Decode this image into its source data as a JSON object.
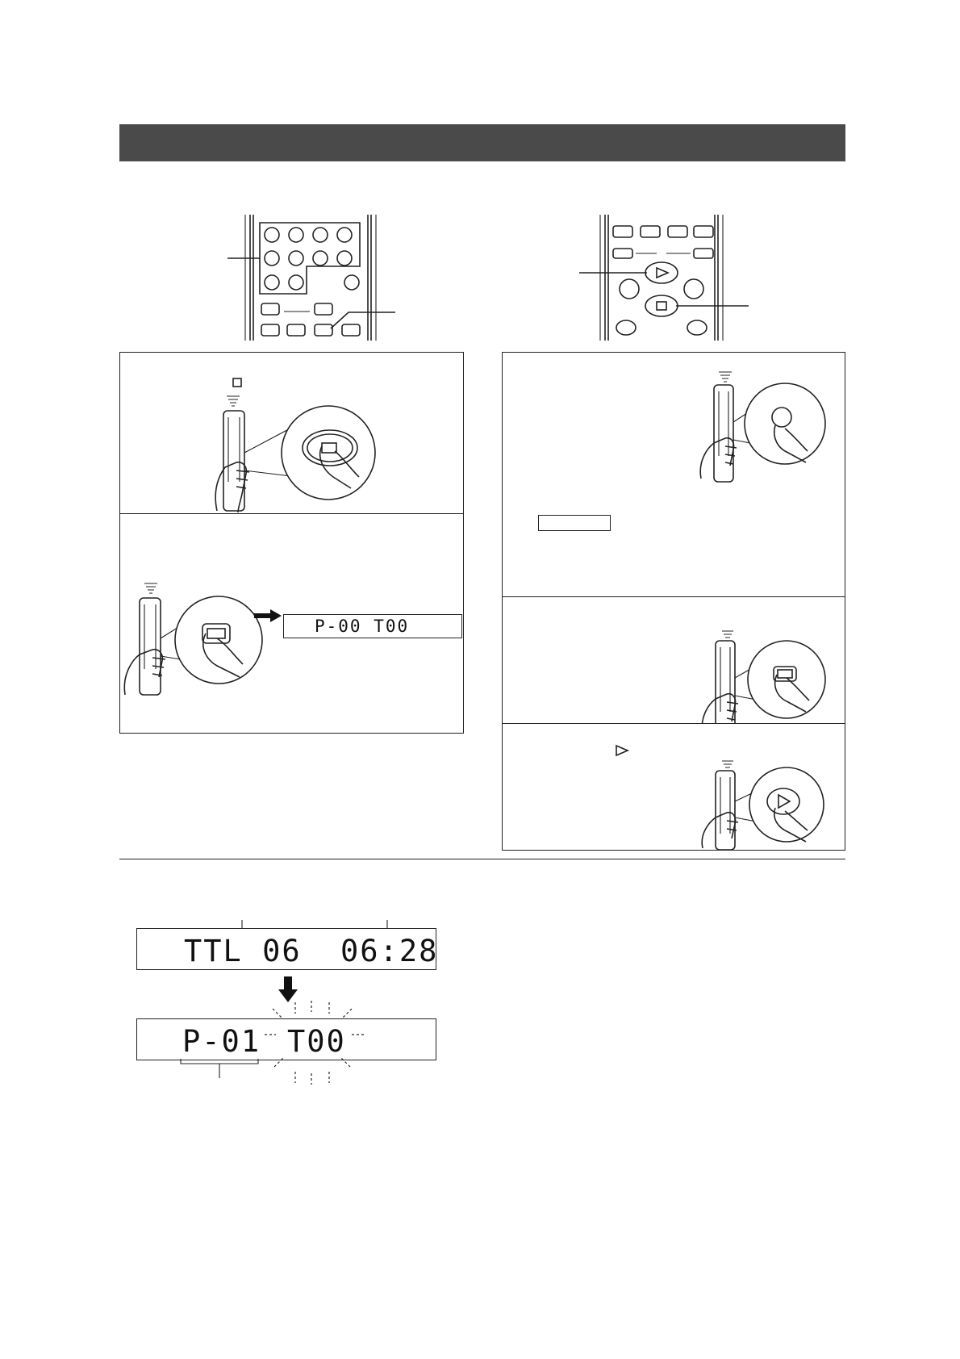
{
  "display_step2": "P-00 T00",
  "display_before": {
    "left": "TTL 06",
    "right": "06:28"
  },
  "display_after": {
    "left": "P-01",
    "right": "T00"
  },
  "icons": {
    "stop": "stop-icon",
    "play": "play-icon",
    "down_arrow": "down-arrow-icon",
    "right_arrow": "right-arrow-icon"
  }
}
